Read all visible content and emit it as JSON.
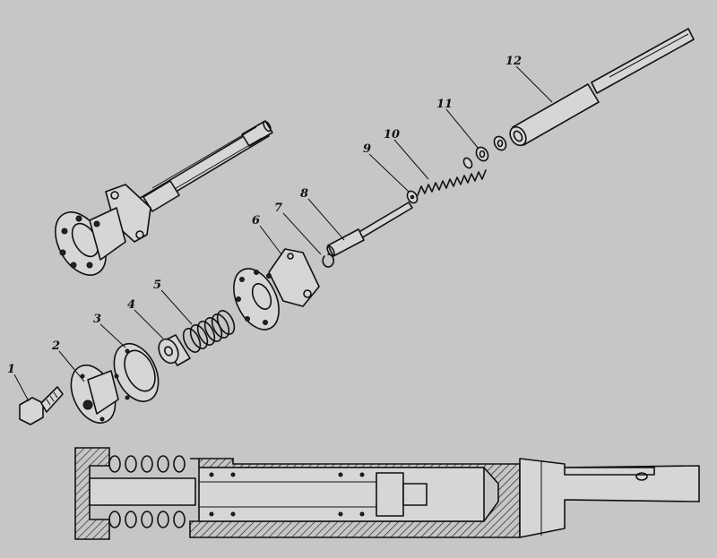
{
  "figure": {
    "callouts": [
      {
        "id": "callout-1",
        "text": "1"
      },
      {
        "id": "callout-2",
        "text": "2"
      },
      {
        "id": "callout-3",
        "text": "3"
      },
      {
        "id": "callout-4",
        "text": "4"
      },
      {
        "id": "callout-5",
        "text": "5"
      },
      {
        "id": "callout-6",
        "text": "6"
      },
      {
        "id": "callout-7",
        "text": "7"
      },
      {
        "id": "callout-8",
        "text": "8"
      },
      {
        "id": "callout-9",
        "text": "9"
      },
      {
        "id": "callout-10",
        "text": "10"
      },
      {
        "id": "callout-11",
        "text": "11"
      },
      {
        "id": "callout-12",
        "text": "12"
      }
    ]
  },
  "colors": {
    "background": "#c6c6c6",
    "ink": "#111111",
    "section_hatch": "#111111"
  }
}
